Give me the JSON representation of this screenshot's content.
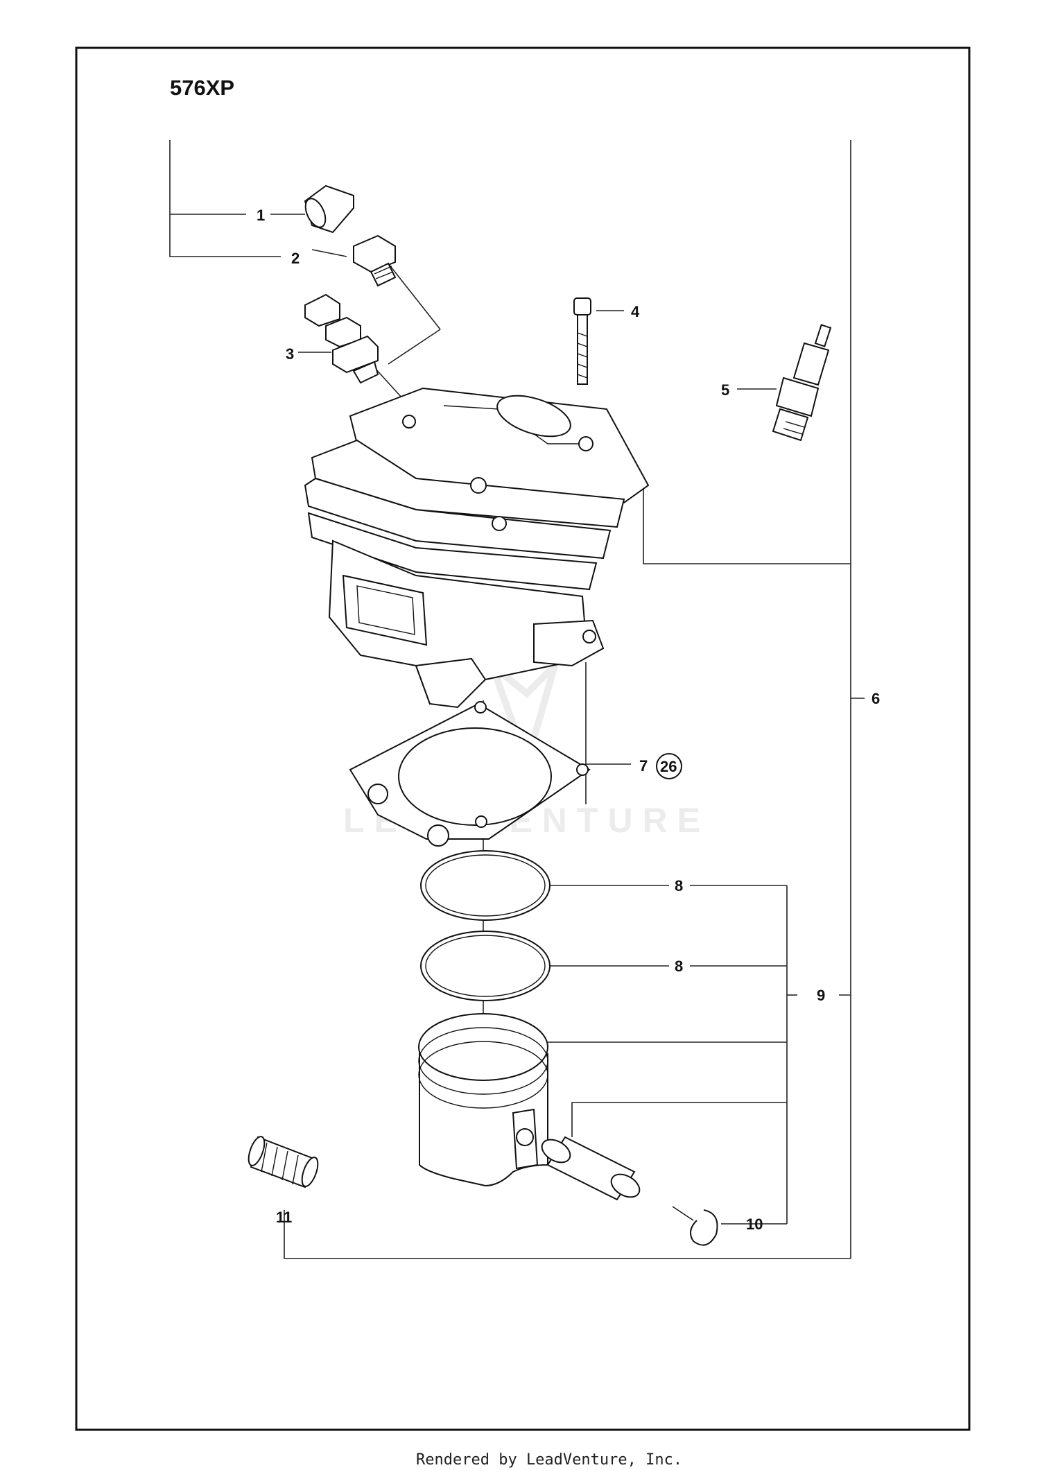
{
  "diagram": {
    "model": "576XP",
    "watermark": "LEADVENTURE",
    "footer": "Rendered by LeadVenture, Inc.",
    "callouts": {
      "c1": "1",
      "c2": "2",
      "c3": "3",
      "c4": "4",
      "c5": "5",
      "c6": "6",
      "c7": "7",
      "c7_qty": "26",
      "c8a": "8",
      "c8b": "8",
      "c9": "9",
      "c10": "10",
      "c11": "11"
    }
  }
}
